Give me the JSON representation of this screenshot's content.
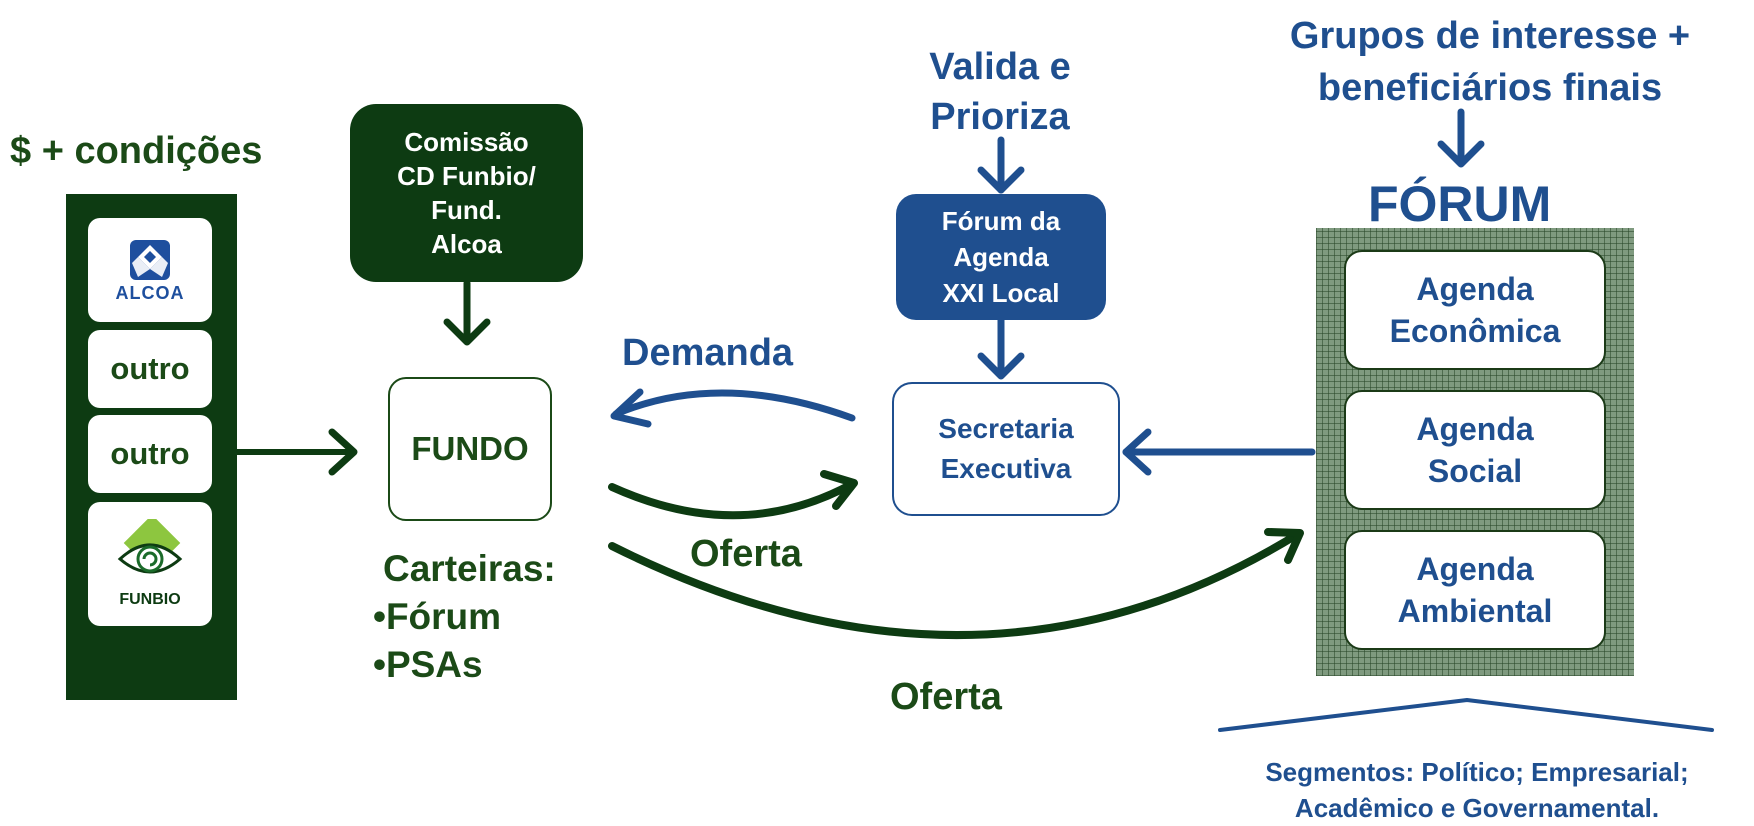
{
  "conditions_label": "$ + condições",
  "sponsors": {
    "alcoa_logo": "ALCOA",
    "other_1": "outro",
    "other_2": "outro",
    "funbio_logo": "FUNBIO"
  },
  "commission": {
    "line1": "Comissão",
    "line2": "CD Funbio/",
    "line3": "Fund.",
    "line4": "Alcoa"
  },
  "fundo": {
    "label": "FUNDO",
    "carteiras_title": "Carteiras:",
    "items": [
      "•Fórum",
      "•PSAs"
    ]
  },
  "validates": {
    "line1": "Valida e",
    "line2": "Prioriza"
  },
  "forum_agenda": {
    "line1": "Fórum da",
    "line2": "Agenda",
    "line3": "XXI Local"
  },
  "secretaria": {
    "line1": "Secretaria",
    "line2": "Executiva"
  },
  "flows": {
    "demanda": "Demanda",
    "oferta_1": "Oferta",
    "oferta_2": "Oferta"
  },
  "interest_groups": {
    "line1": "Grupos de interesse +",
    "line2": "beneficiários finais"
  },
  "forum": {
    "title": "FÓRUM",
    "agendas": [
      {
        "line1": "Agenda",
        "line2": "Econômica"
      },
      {
        "line1": "Agenda",
        "line2": "Social"
      },
      {
        "line1": "Agenda",
        "line2": "Ambiental"
      }
    ]
  },
  "segments": {
    "line1": "Segmentos: Político; Empresarial;",
    "line2": "Acadêmico e Governamental."
  },
  "colors": {
    "dark_green": "#0d3b12",
    "text_green": "#1b4a17",
    "blue": "#1f4f8f",
    "alcoa_blue": "#1e4f9e",
    "funbio_green": "#8dc63f"
  }
}
